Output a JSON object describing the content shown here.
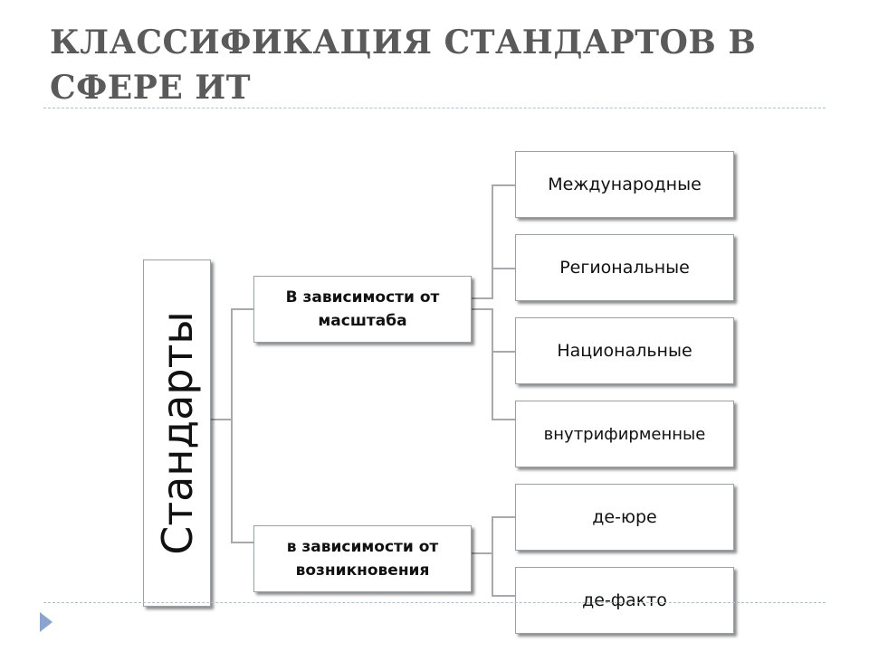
{
  "slide": {
    "title": "КЛАССИФИКАЦИЯ СТАНДАРТОВ В СФЕРЕ ИТ"
  },
  "diagram": {
    "root": "Стандарты",
    "branches": [
      {
        "label": "В зависимости от масштаба",
        "children": [
          "Международные",
          "Региональные",
          "Национальные",
          "внутрифирменные"
        ]
      },
      {
        "label": "в зависимости от возникновения",
        "children": [
          "де-юре",
          "де-факто"
        ]
      }
    ]
  },
  "colors": {
    "title": "#5a5a5a",
    "divider": "#a8c3cc",
    "connector": "#a7a9ac",
    "arrow": "#8aa4cc"
  }
}
